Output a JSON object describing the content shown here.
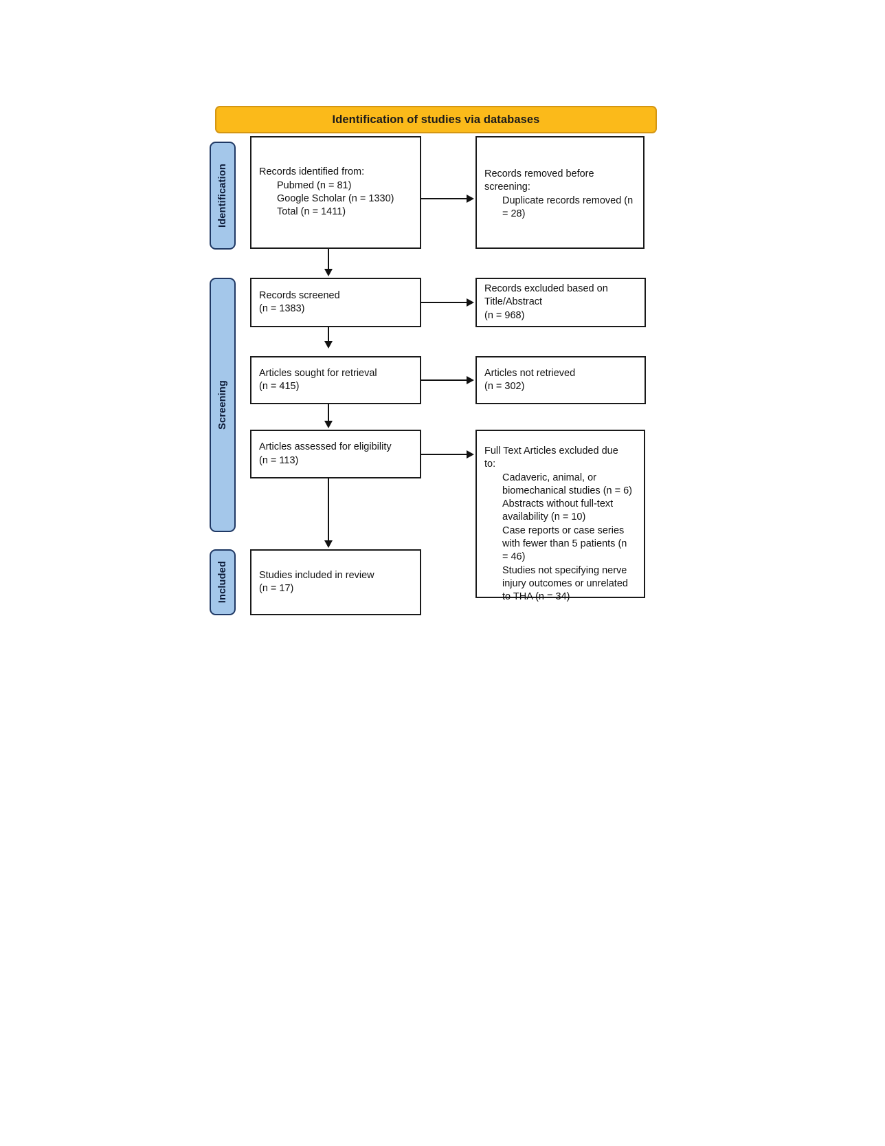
{
  "diagram": {
    "type": "prisma-flow-diagram",
    "banner_title": "Identification of studies via databases",
    "colors": {
      "banner_fill": "#FBBA1A",
      "banner_border": "#D49612",
      "stage_fill": "#A4C7EA",
      "stage_border": "#1F3864",
      "box_border": "#1a1a1a",
      "text": "#111111"
    }
  },
  "stages": {
    "identification": "Identification",
    "screening": "Screening",
    "included": "Included"
  },
  "boxes": {
    "identified": {
      "lines": [
        "Records identified from:",
        "Pubmed (n = 81)",
        "Google Scholar (n = 1330)",
        "Total (n = 1411)"
      ]
    },
    "removed": {
      "lines": [
        "Records removed before",
        "screening:",
        "Duplicate records removed (n",
        "= 28)"
      ]
    },
    "screened": {
      "lines": [
        "Records screened",
        "(n = 1383)"
      ]
    },
    "excluded_title_abstract": {
      "lines": [
        "Records excluded based on",
        "Title/Abstract",
        "(n = 968)"
      ]
    },
    "sought": {
      "lines": [
        "Articles sought for retrieval",
        "(n = 415)"
      ]
    },
    "not_retrieved": {
      "lines": [
        "Articles not retrieved",
        "(n = 302)"
      ]
    },
    "assessed": {
      "lines": [
        "Articles assessed for eligibility",
        "(n = 113)"
      ]
    },
    "full_text_excluded": {
      "lines": [
        "Full Text Articles excluded due",
        "to:",
        "Cadaveric, animal, or",
        "biomechanical studies (n = 6)",
        "Abstracts without full-text",
        "availability (n = 10)",
        "Case reports or case series",
        "with fewer than 5 patients (n",
        "= 46)",
        "Studies not specifying nerve",
        "injury outcomes or unrelated",
        "to THA (n = 34)"
      ]
    },
    "included": {
      "lines": [
        "Studies included in review",
        "(n = 17)"
      ]
    }
  },
  "counts": {
    "pubmed": 81,
    "google_scholar": 1330,
    "total_identified": 1411,
    "duplicates_removed": 28,
    "records_screened": 1383,
    "excluded_title_abstract": 968,
    "sought_for_retrieval": 415,
    "not_retrieved": 302,
    "assessed_for_eligibility": 113,
    "excluded_cadaveric": 6,
    "excluded_abstracts_only": 10,
    "excluded_case_reports": 46,
    "excluded_unrelated": 34,
    "studies_included": 17
  }
}
